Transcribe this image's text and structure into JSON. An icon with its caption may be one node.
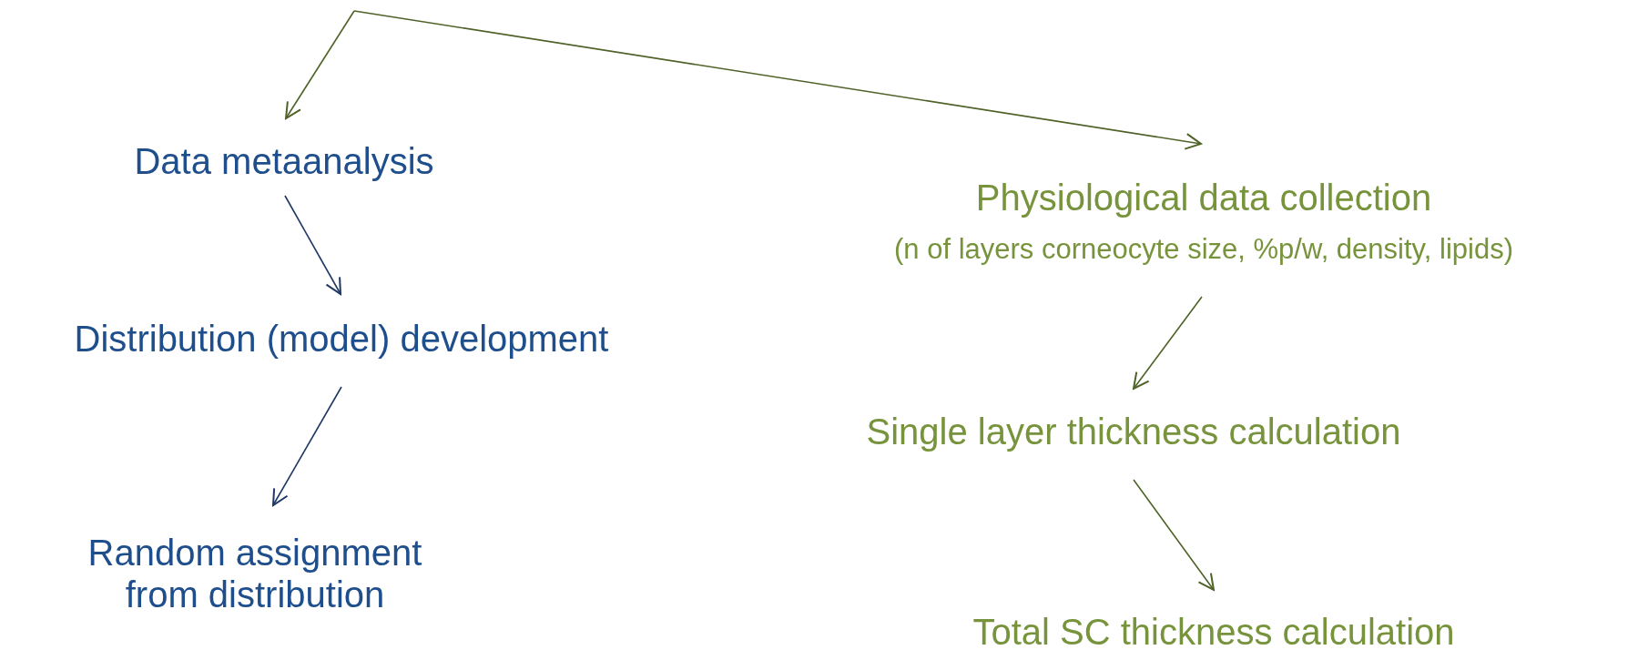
{
  "diagram": {
    "nodes": [
      {
        "text": [
          "Data metaanalysis"
        ]
      },
      {
        "text": [
          "Distribution (model) development"
        ]
      },
      {
        "text": [
          "Random assignment from distribution"
        ]
      },
      {
        "text": [
          "Physiological data collection",
          "(n of layers corneocyte size, %p/w, density, lipids)"
        ]
      },
      {
        "text": [
          "Single layer thickness calculation"
        ]
      },
      {
        "text": [
          "Total SC thickness calculation"
        ]
      }
    ],
    "edges": [
      {
        "from": null,
        "to": 0,
        "arrow": "to"
      },
      {
        "from": null,
        "to": 3,
        "arrow": "to"
      },
      {
        "from": 0,
        "to": 1,
        "arrow": "to",
        "color": "#1f3864"
      },
      {
        "from": 1,
        "to": 2,
        "arrow": "to",
        "color": "#1f3864"
      },
      {
        "from": 3,
        "to": 4,
        "arrow": "to"
      },
      {
        "from": 4,
        "to": 5,
        "arrow": "to"
      }
    ]
  }
}
